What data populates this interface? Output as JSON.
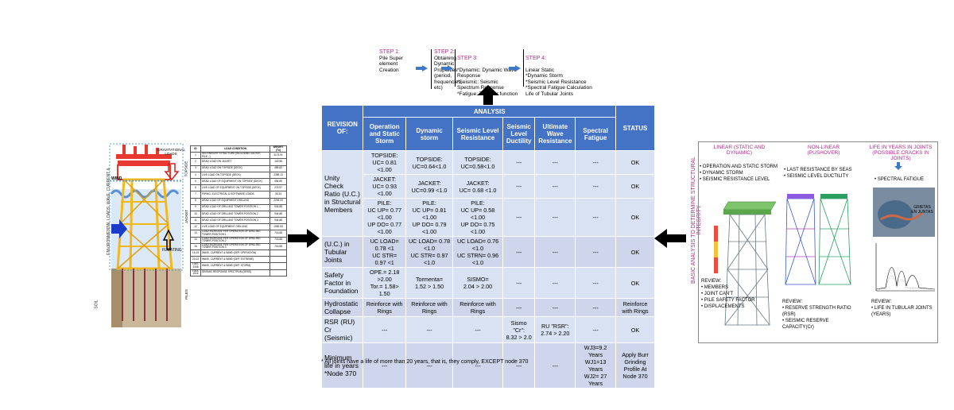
{
  "steps": [
    {
      "title": "STEP 1:",
      "text": "Pile Super element Creation"
    },
    {
      "title": "STEP 2:",
      "text": "Obtaining Dynamic Properties (period, frequencies, etc)"
    },
    {
      "title": "STEP 3:",
      "text": "*Dynamic: Dynamic Wave Response\n*Seismic: Seismic Spectrum Response\n*Fatigue: Transfer function"
    },
    {
      "title": "STEP 4:",
      "text": "Linear Static\n*Dynamic Storm\n*Seismic Level Resistance\n*Spectral Fatigue Calculation\nLife of Tubular Joints"
    }
  ],
  "table": {
    "group_header": "ANALYSIS",
    "revision_header": "REVISION OF:",
    "status_header": "STATUS",
    "columns": [
      "Operation and Static Storm",
      "Dynamic storm",
      "Seismic Level Resistance",
      "Seismic Level Ductility",
      "Ultimate Wave Resistance",
      "Spectral Fatigue"
    ],
    "rows": [
      {
        "label": "Unity Check Ratio (U.C.) in Structural Members",
        "sub": [
          {
            "cells": [
              "TOPSIDE:\nUC= 0.81 <1.00",
              "TOPSIDE:\nUC=0.64<1.0",
              "TOPSIDE:\nUC=0.58<1.0",
              "---",
              "---",
              "---"
            ],
            "status": "OK"
          },
          {
            "cells": [
              "JACKET:\nUC= 0.93 <1.00",
              "JACKET:\nUC=0.99 <1.0",
              "JACKET:\nUC= 0.68 <1.0",
              "---",
              "---",
              "---"
            ],
            "status": "OK"
          },
          {
            "cells": [
              "PILE:\nUC UP= 0.77 <1.00\nUP DO= 0.77 <1.00",
              "PILE:\nUC UP= 0.81 <1.00\nUP DO= 0.79 <1.00",
              "PILE:\nUC UP= 0.58 <1.00\nUP DO= 0.75 <1.00",
              "---",
              "---",
              "---"
            ],
            "status": "OK"
          }
        ]
      },
      {
        "label": "(U.C.) in Tubular Joints",
        "sub": [
          {
            "cells": [
              "UC LOAD= 0.78 <1\nUC STR= 0.97 <1",
              "UC LOAD= 0.78 <1.0\nUC STR= 0.97 <1.0",
              "UC LOAD= 0.76 <1.0\nUC STRN= 0.96 <1.0",
              "---",
              "---",
              "---"
            ],
            "status": "OK"
          }
        ]
      },
      {
        "label": "Safety Factor in Foundation",
        "sub": [
          {
            "cells": [
              "OPE.= 2.18 >2.00\nTor.= 1.58> 1.50",
              "Tormenta=\n1.52 > 1.50",
              "SISMO=\n2.04 > 2.00",
              "---",
              "---",
              "---"
            ],
            "status": "OK"
          }
        ]
      },
      {
        "label": "Hydrostatic Collapse",
        "sub": [
          {
            "cells": [
              "Reinforce with Rings",
              "Reinforce with Rings",
              "Reinforce with Rings",
              "---",
              "---",
              "---"
            ],
            "status": "Reinforce with Rings"
          }
        ]
      },
      {
        "label": "RSR (RU)\nCr (Seismic)",
        "sub": [
          {
            "cells": [
              "---",
              "---",
              "---",
              "Sismo \"Cr\":\n8.32 > 2.0",
              "RU \"RSR\":\n2.74 > 2.20",
              "---"
            ],
            "status": "OK"
          }
        ]
      },
      {
        "label": "Minimum life in years\n*Node 370",
        "sub": [
          {
            "cells": [
              "---",
              "---",
              "---",
              "---",
              "---",
              "WJ3=9.2 Years\nWJ1=13 Years\nWJ2= 27 Years"
            ],
            "status": "Apply Burr Grinding Profile At Node 370"
          }
        ]
      }
    ],
    "footnote": "* All joints have a life of more than 20 years, that is, they comply, EXCEPT node 370"
  },
  "left_figure": {
    "labels": {
      "gravitational": "GRAVITATIONAL LOADS",
      "wind": "WIND",
      "env": "ENVIRONMENTAL LOADS: WAVE, CURRENT & WIND",
      "floating": "FLOATING",
      "soil": "SOIL",
      "topside": "TOPSIDE",
      "jacket": "JACKET",
      "piles": "PILES"
    },
    "load_table_headers": [
      "ID",
      "LOAD CONDITION",
      "WEIGHT (Tn)"
    ],
    "load_rows": [
      [
        "1",
        "SELFWEIGHT STRUCTURE (INCLUDING JACKET, PILE...)",
        "3174.91"
      ],
      [
        "2",
        "DEAD LOAD ON JACKET",
        "143.96"
      ],
      [
        "3",
        "DEAD LOAD ON TOPSIDE (DECK)",
        "485.82"
      ],
      [
        "4",
        "LIVE LOAD ON TOPSIDE (DECK)",
        "2389.13"
      ],
      [
        "5",
        "DEAD LOAD OF EQUIPMENT ON TOPSIDE (DECK)",
        "456.89"
      ],
      [
        "6",
        "LIVE LOAD OF EQUIPMENT ON TOPSIDE (DECK)",
        "274.97"
      ],
      [
        "7",
        "PIPING, ELECTRICAL & SOFTWARE LOADS",
        "36.33"
      ],
      [
        "8",
        "DEAD LOAD OF EQUIPMENT DRILLING",
        "2206.00"
      ],
      [
        "9",
        "DEAD LOAD OF DRILLING TOWER POSITION 1",
        "944.88"
      ],
      [
        "10",
        "DEAD LOAD OF DRILLING TOWER POSITION 2",
        "944.88"
      ],
      [
        "11",
        "DEAD LOAD OF DRILLING TOWER POSITION 3",
        "944.88"
      ],
      [
        "12",
        "LIVE LOAD OF EQUIPMENT DRILLING",
        "1082.53"
      ],
      [
        "13",
        "LOAD INCREASE PER OPERATION OF DRILLING TOWER POSITION 1",
        "716.68"
      ],
      [
        "14",
        "LOAD INCREASE PER OPERATION OF DRILLING TOWER POSITION 2",
        "716.68"
      ],
      [
        "15",
        "LOAD INCREASE PER OPERATION OF DRILLING TOWER POSITION 3",
        "716.68"
      ],
      [
        "16-19",
        "WAVE, CURRENT & WIND (DEP. OPERATION)",
        ""
      ],
      [
        "20-23",
        "WAVE, CURRENT & WIND (DEP. EXTREME)",
        ""
      ],
      [
        "1000-1008",
        "WAVE, CURRENT & WIND (DEP. STORM)",
        ""
      ],
      [
        "1003-1016",
        "SEISMIC RESPONSE SPECTRUM (SRSS)",
        ""
      ]
    ]
  },
  "right_panel": {
    "vertical_title": "BASIC ANALYSIS TO DETERMINE STRUCTURAL INTEGRITY",
    "linear_title": "LINEAR (STATIC AND DYNAMIC)",
    "linear_items": [
      "OPERATION AND STATIC STORM",
      "DYNAMIC STORM",
      "SEISMIC RESISTANCE LEVEL"
    ],
    "linear_review_title": "REVIEW:",
    "linear_review": [
      "MEMBERS",
      "JOINT CAN'T",
      "PILE SAFETY FACTOR",
      "DISPLACEMENTS"
    ],
    "nonlinear_title": "NON-LINEAR (PUSHOVER)",
    "nonlinear_items": [
      "LAST RESISTANCE BY SEAS",
      "SEISMIC LEVEL DUCTILITY"
    ],
    "nonlinear_review_title": "REVIEW:",
    "nonlinear_review": [
      "RESERVE STRENGTH RATIO (RSR)",
      "SEISMIC RESERVE CAPACITY(Cr)"
    ],
    "life_title": "LIFE IN YEARS IN JOINTS (POSSIBLE CRACKS IN JOINTS)",
    "life_items": [
      "SPECTRAL FATIGUE"
    ],
    "life_photo_label": "GRIETAS EN JUNTAS",
    "life_review_title": "REVIEW:",
    "life_review": [
      "LIFE IN TUBULAR JOINTS (YEARS)"
    ]
  },
  "colors": {
    "header_blue": "#4472c4",
    "row_light": "#d9e2f3",
    "row_alt": "#cfd5ea",
    "step_magenta": "#b0298c",
    "arrow_blue": "#3f79c4",
    "steel_yellow": "#f2b81c"
  }
}
